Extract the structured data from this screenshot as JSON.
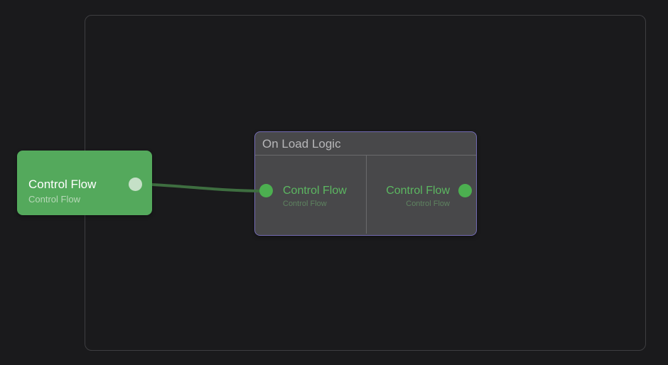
{
  "editor": {
    "colors": {
      "background": "#1a1a1c",
      "canvas_border": "#3e3e41",
      "node_green": "#54a95c",
      "wire_green": "#3e6e40",
      "group_border": "#736bb4",
      "group_background": "#48484a",
      "port_green": "#4caf50",
      "port_pale": "#c5e0c7",
      "pin_label_green": "#5cb761",
      "pin_sublabel_green": "#5e8360"
    }
  },
  "source_node": {
    "title": "Control Flow",
    "subtitle": "Control Flow"
  },
  "group_node": {
    "title": "On Load Logic",
    "input_pin": {
      "label": "Control Flow",
      "sublabel": "Control Flow"
    },
    "output_pin": {
      "label": "Control Flow",
      "sublabel": "Control Flow"
    }
  }
}
